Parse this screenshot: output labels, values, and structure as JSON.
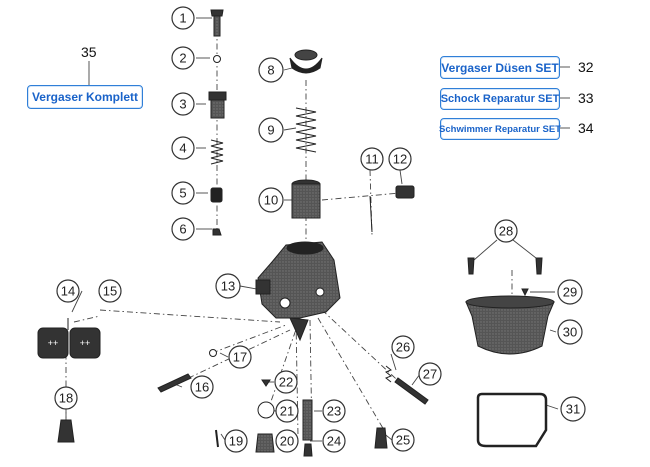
{
  "parts": [
    {
      "n": "1"
    },
    {
      "n": "2"
    },
    {
      "n": "3"
    },
    {
      "n": "4"
    },
    {
      "n": "5"
    },
    {
      "n": "6"
    },
    {
      "n": "8"
    },
    {
      "n": "9"
    },
    {
      "n": "10"
    },
    {
      "n": "11"
    },
    {
      "n": "12"
    },
    {
      "n": "13"
    },
    {
      "n": "14"
    },
    {
      "n": "15"
    },
    {
      "n": "16"
    },
    {
      "n": "17"
    },
    {
      "n": "18"
    },
    {
      "n": "19"
    },
    {
      "n": "20"
    },
    {
      "n": "21"
    },
    {
      "n": "22"
    },
    {
      "n": "23"
    },
    {
      "n": "24"
    },
    {
      "n": "25"
    },
    {
      "n": "26"
    },
    {
      "n": "27"
    },
    {
      "n": "28"
    },
    {
      "n": "29"
    },
    {
      "n": "30"
    },
    {
      "n": "31"
    }
  ],
  "sets": {
    "komplett": {
      "label": "Vergaser Komplett",
      "number": "35"
    },
    "duesen": {
      "label": "Vergaser Düsen SET",
      "number": "32"
    },
    "schock": {
      "label": "Schock Reparatur SET",
      "number": "33"
    },
    "schwimmer": {
      "label": "Schwimmer Reparatur SET",
      "number": "34"
    }
  },
  "colors": {
    "accent": "#2f7fd8",
    "label_text": "#1a63c9",
    "drawing": "#333333"
  }
}
